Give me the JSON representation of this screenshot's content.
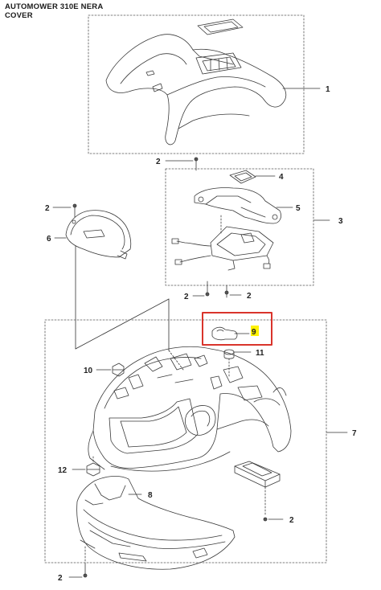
{
  "header": {
    "title": "AUTOMOWER 310E NERA",
    "subtitle": "COVER"
  },
  "callouts": [
    {
      "id": "c1",
      "label": "1"
    },
    {
      "id": "c2a",
      "label": "2"
    },
    {
      "id": "c4",
      "label": "4"
    },
    {
      "id": "c2b",
      "label": "2"
    },
    {
      "id": "c5",
      "label": "5"
    },
    {
      "id": "c3",
      "label": "3"
    },
    {
      "id": "c6",
      "label": "6"
    },
    {
      "id": "c2c",
      "label": "2"
    },
    {
      "id": "c2d",
      "label": "2"
    },
    {
      "id": "c9",
      "label": "9"
    },
    {
      "id": "c11",
      "label": "11"
    },
    {
      "id": "c10",
      "label": "10"
    },
    {
      "id": "c7",
      "label": "7"
    },
    {
      "id": "c12",
      "label": "12"
    },
    {
      "id": "c8",
      "label": "8"
    },
    {
      "id": "c2e",
      "label": "2"
    },
    {
      "id": "c2f",
      "label": "2"
    }
  ],
  "colors": {
    "line": "#3a3a3a",
    "dash": "#555555",
    "highlight_box": "#d9342b",
    "highlight_fill": "#fff200"
  }
}
